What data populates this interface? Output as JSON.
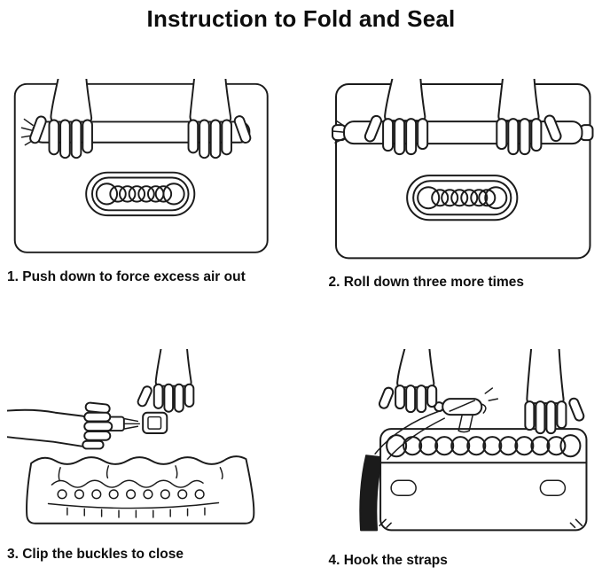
{
  "page": {
    "title": "Instruction to Fold and Seal"
  },
  "steps": [
    {
      "caption": "1. Push down to force excess air out",
      "illustration": "hands-pressing-rolled-bag-top"
    },
    {
      "caption": "2. Roll down three more times",
      "illustration": "hands-rolling-bag-top"
    },
    {
      "caption": "3. Clip the buckles to close",
      "illustration": "hands-clipping-buckles"
    },
    {
      "caption": "4. Hook the straps",
      "illustration": "hand-hooking-strap"
    }
  ],
  "colors": {
    "background": "#ffffff",
    "line_art": "#1b1b1b",
    "text": "#111111"
  }
}
